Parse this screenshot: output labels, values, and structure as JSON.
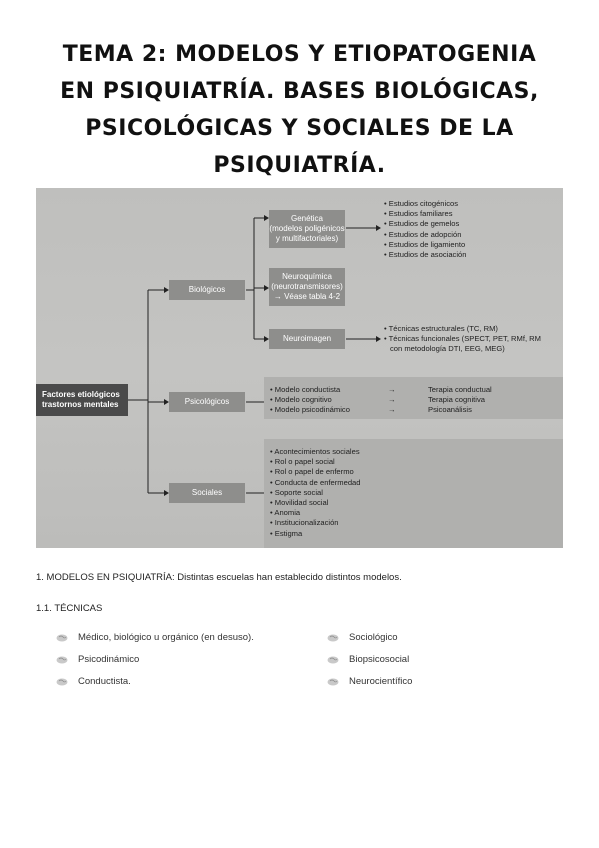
{
  "title": {
    "line1": "TEMA 2: MODELOS Y ETIOPATOGENIA",
    "line2": "EN PSIQUIATRÍA. BASES BIOLÓGICAS,",
    "line3": "PSICOLÓGICAS Y SOCIALES DE LA",
    "line4": "PSIQUIATRÍA."
  },
  "diagram": {
    "root": {
      "line1": "Factores etiológicos",
      "line2": "trastornos mentales"
    },
    "biologicos": {
      "label": "Biológicos",
      "genetica": {
        "line1": "Genética",
        "line2": "(modelos poligénicos",
        "line3": "y multifactoriales)"
      },
      "genetica_items": [
        "Estudios citogénicos",
        "Estudios familiares",
        "Estudios de gemelos",
        "Estudios de adopción",
        "Estudios de ligamiento",
        "Estudios de asociación"
      ],
      "neuroquimica": {
        "line1": "Neuroquímica",
        "line2": "(neurotransmisores)",
        "line3": "→ Véase tabla 4-2"
      },
      "neuroimagen": {
        "label": "Neuroimagen"
      },
      "neuroimagen_items": [
        "Técnicas estructurales (TC, RM)",
        "Técnicas funcionales (SPECT, PET, RMf, RM",
        "con metodología DTI, EEG, MEG)"
      ]
    },
    "psicologicos": {
      "label": "Psicológicos",
      "models": [
        "Modelo conductista",
        "Modelo cognitivo",
        "Modelo psicodinámico"
      ],
      "arrow": "→",
      "therapies": [
        "Terapia conductual",
        "Terapia cognitiva",
        "Psicoanálisis"
      ]
    },
    "sociales": {
      "label": "Sociales",
      "items": [
        "Acontecimientos sociales",
        "Rol o papel social",
        "Rol o papel de enfermo",
        "Conducta de enfermedad",
        "Soporte social",
        "Movilidad social",
        "Anomia",
        "Institucionalización",
        "Estigma"
      ]
    },
    "bullet": "•"
  },
  "section1": "1. MODELOS EN PSIQUIATRÍA: Distintas escuelas han establecido distintos modelos.",
  "section11": "1.1. TÉCNICAS",
  "techniques_left": [
    "Médico, biológico u orgánico (en desuso).",
    "Psicodinámico",
    "Conductista."
  ],
  "techniques_right": [
    "Sociológico",
    "Biopsicosocial",
    "Neurocientífico"
  ],
  "icon": "brain-icon"
}
